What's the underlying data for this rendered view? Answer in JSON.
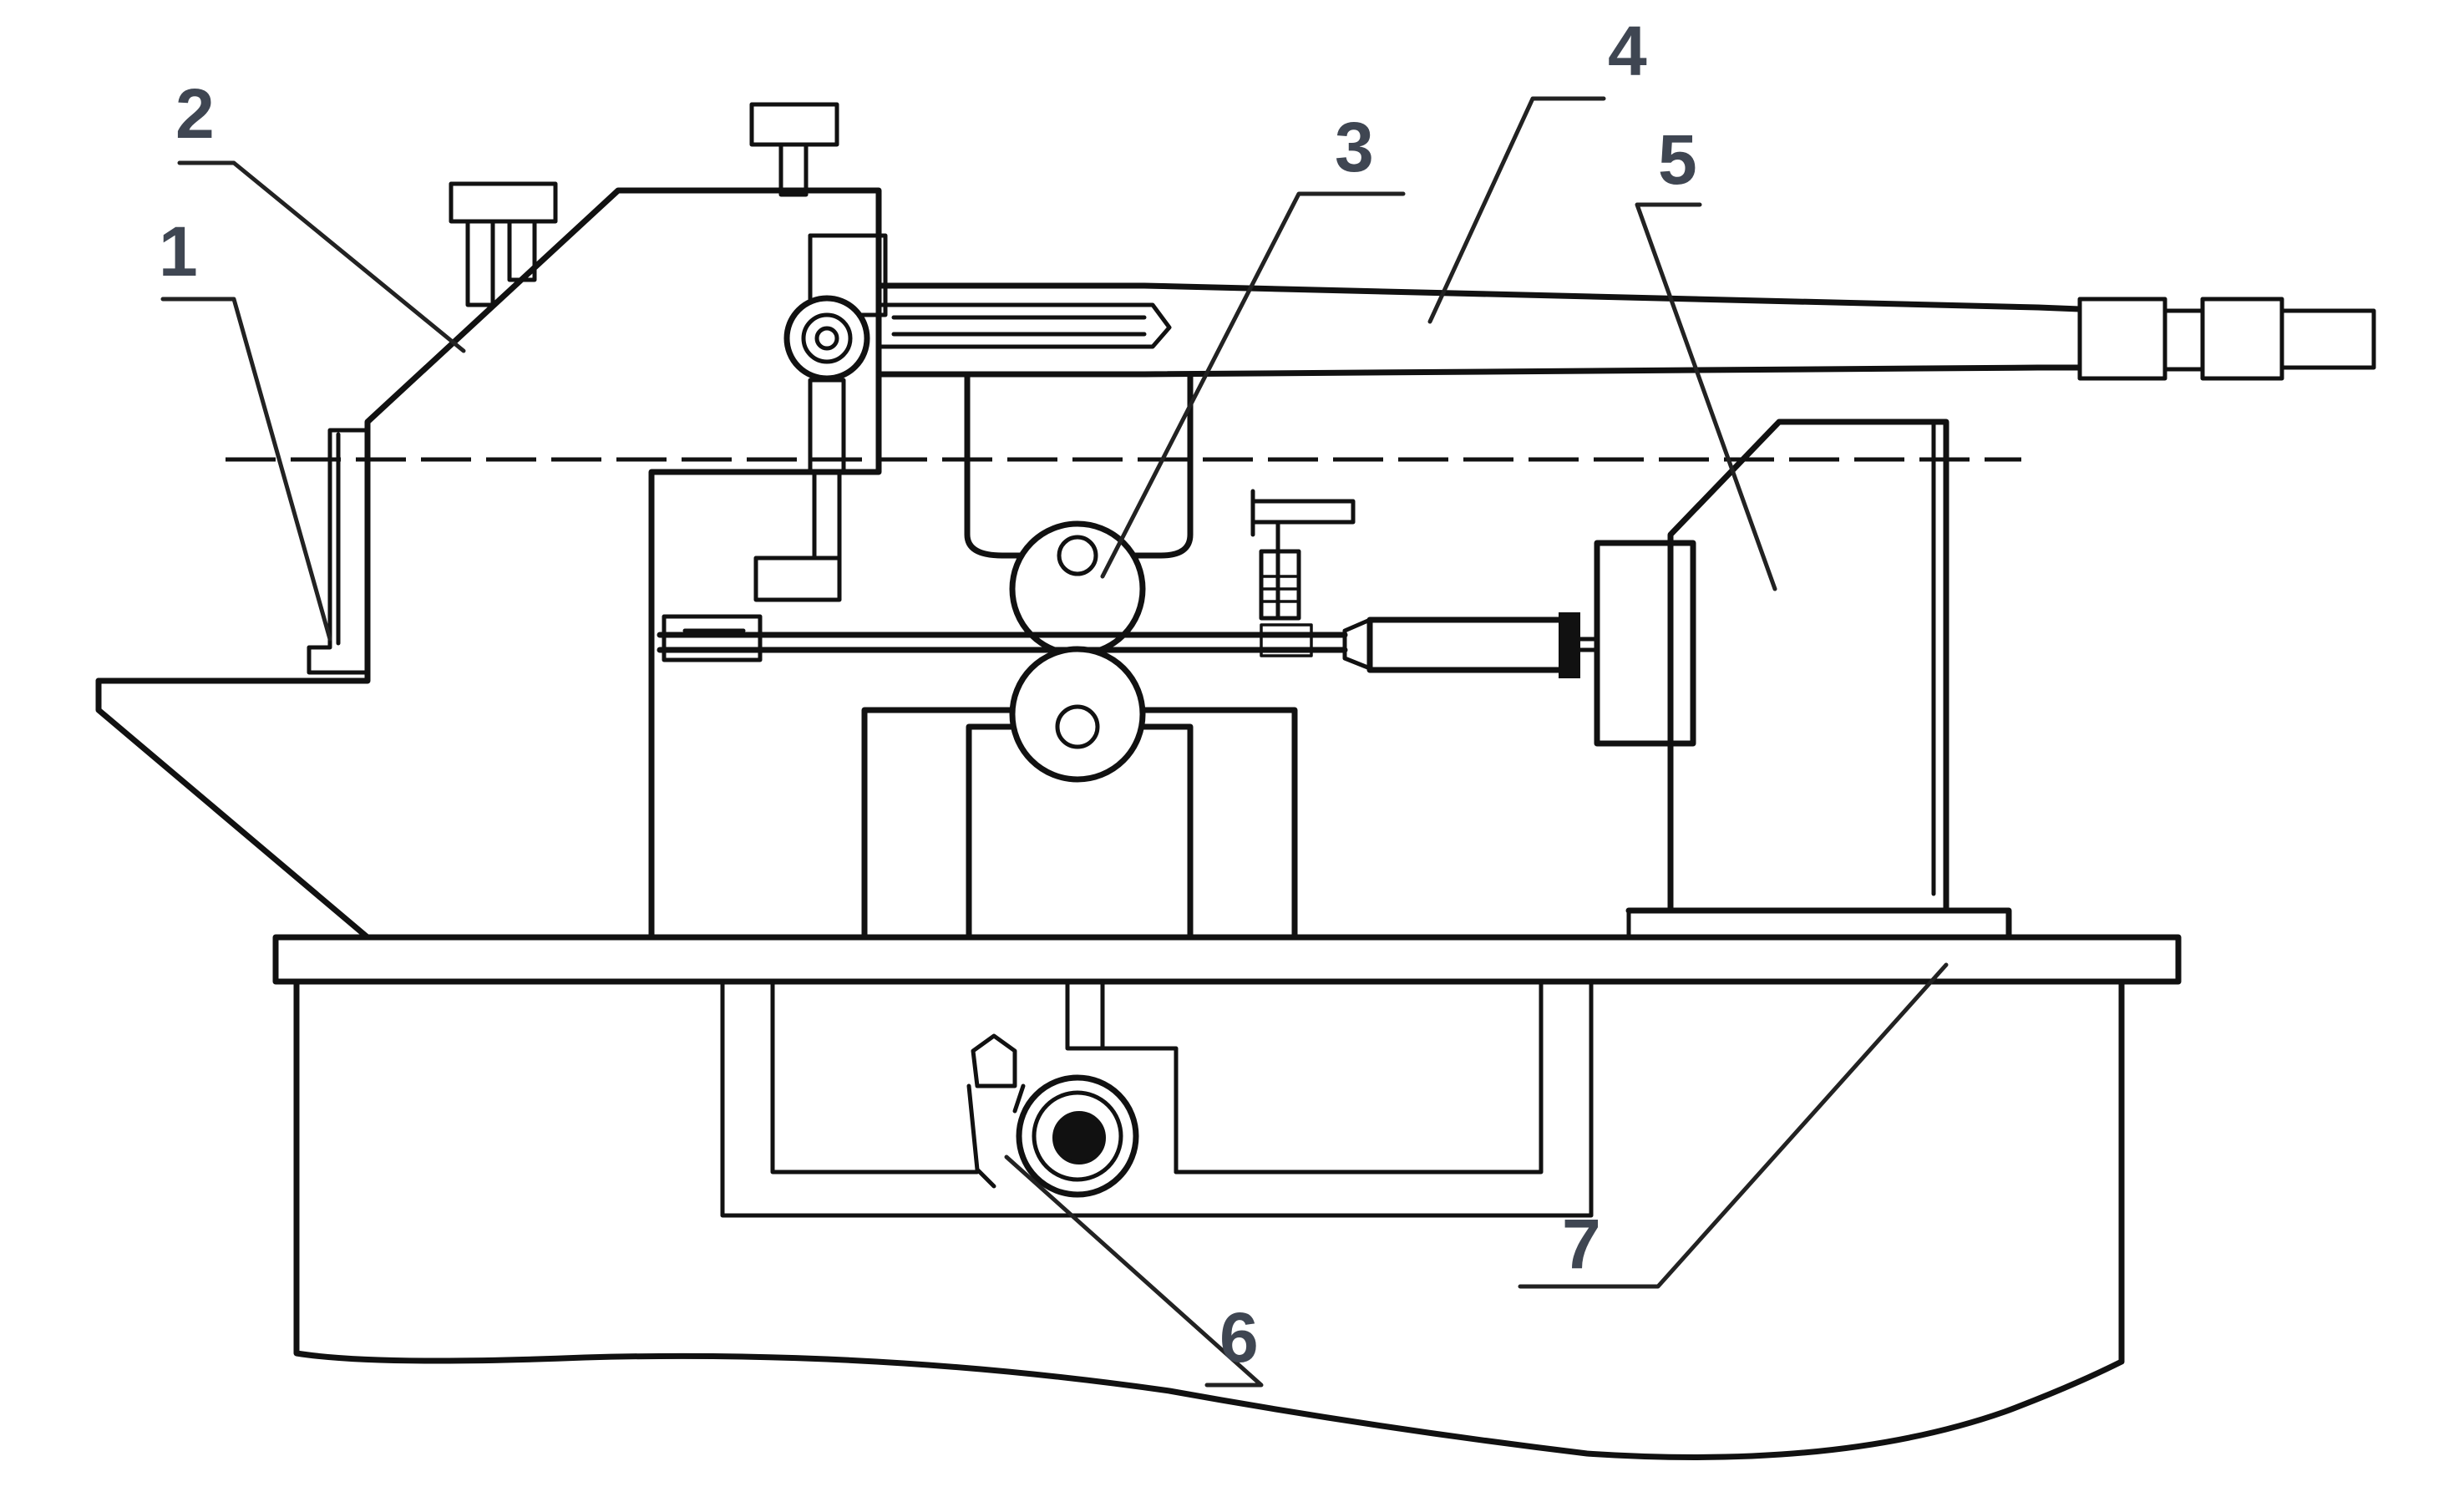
{
  "callouts": {
    "c1": "1",
    "c2": "2",
    "c3": "3",
    "c4": "4",
    "c5": "5",
    "c6": "6",
    "c7": "7"
  },
  "colors": {
    "line": "#111111",
    "callout_text": "#3f4652",
    "background": "#ffffff"
  }
}
